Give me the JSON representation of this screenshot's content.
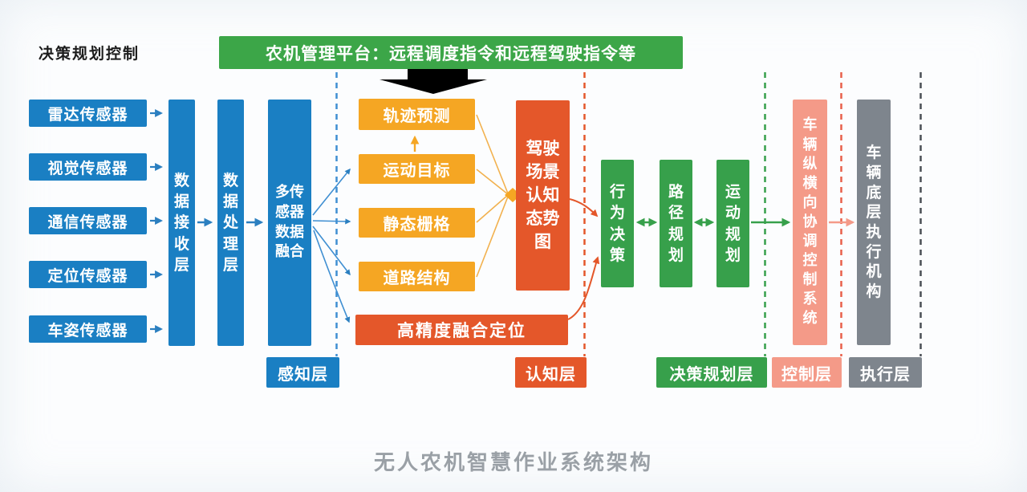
{
  "page_title": "决策规划控制",
  "banner": {
    "label": "农机管理平台：远程调度指令和远程驾驶指令等"
  },
  "footer": {
    "title": "无人农机智慧作业系统架构"
  },
  "sensors": [
    "雷达传感器",
    "视觉传感器",
    "通信传感器",
    "定位传感器",
    "车姿传感器"
  ],
  "pipeline": {
    "receive": "数据接收层",
    "process": "数据处理层",
    "fusion": "多传感器数据融合"
  },
  "perception_outputs": [
    "轨迹预测",
    "运动目标",
    "静态栅格",
    "道路结构"
  ],
  "localization": {
    "label": "高精度融合定位"
  },
  "cognition": {
    "label": "驾驶场景认知态势图"
  },
  "decision": [
    "行为决策",
    "路径规划",
    "运动规划"
  ],
  "control": {
    "label": "车辆纵横向协调控制系统"
  },
  "execution": {
    "label": "车辆底层执行机构"
  },
  "layers": [
    {
      "label": "感知层",
      "color": "#1a7fc3"
    },
    {
      "label": "认知层",
      "color": "#e4572a"
    },
    {
      "label": "决策规划层",
      "color": "#37a04b"
    },
    {
      "label": "控制层",
      "color": "#f49a88"
    },
    {
      "label": "执行层",
      "color": "#7e858d"
    }
  ],
  "colors": {
    "blue": "#1a7fc3",
    "yellow": "#f5a623",
    "orange_red": "#e4572a",
    "green": "#37a04b",
    "banner_green": "#3ca648",
    "pink": "#f49a88",
    "gray": "#7e858d",
    "dashed_blue": "#3f8fd2",
    "dashed_red": "#e4572a",
    "dashed_green": "#37a04b",
    "dashed_salmon": "#e8604a",
    "dashed_dark": "#4a4f55",
    "connector_yellow": "#f2b14e",
    "footer_text": "#9aa0a6",
    "heading_text": "#1c1c1c",
    "black_arrow": "#000000"
  }
}
